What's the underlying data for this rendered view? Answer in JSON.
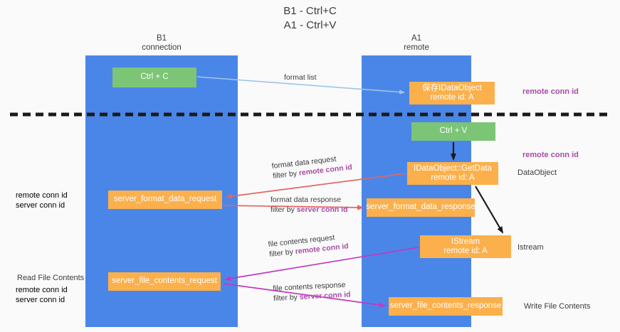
{
  "title": {
    "line1": "B1 - Ctrl+C",
    "line2": "A1 - Ctrl+V"
  },
  "columns": [
    {
      "id": "b1",
      "name": "B1",
      "role": "connection"
    },
    {
      "id": "a1",
      "name": "A1",
      "role": "remote"
    }
  ],
  "nodes": {
    "ctrl_c": {
      "label": "Ctrl + C",
      "sub": "",
      "color": "#7cc576"
    },
    "save_dataobj": {
      "label": "保存IDataObject",
      "sub": "remote id: A",
      "color": "#fbb04c"
    },
    "ctrl_v": {
      "label": "Ctrl + V",
      "sub": "",
      "color": "#7cc576"
    },
    "getdata": {
      "label": "IDataObject::GetData",
      "sub": "remote id: A",
      "color": "#fbb04c"
    },
    "sfd_request": {
      "label": "server_format_data_request",
      "sub": "",
      "color": "#fbb04c"
    },
    "sfd_response": {
      "label": "server_format_data_response",
      "sub": "",
      "color": "#fbb04c"
    },
    "istream": {
      "label": "IStream",
      "sub": "remote id: A",
      "color": "#fbb04c"
    },
    "sfc_request": {
      "label": "server_file_contents_request",
      "sub": "",
      "color": "#fbb04c"
    },
    "sfc_response": {
      "label": "server_file_contents_response",
      "sub": "",
      "color": "#fbb04c"
    }
  },
  "edge_labels": {
    "format_list": {
      "text": "format list"
    },
    "format_data_request": {
      "line1": "format data request",
      "line2_prefix": "filter by ",
      "line2_highlight": "remote conn id"
    },
    "format_data_response": {
      "line1": "format data response",
      "line2_prefix": "filter by ",
      "line2_highlight": "server conn id"
    },
    "file_contents_request": {
      "line1": "file contents request",
      "line2_prefix": "filter by ",
      "line2_highlight": "remote conn id"
    },
    "file_contents_response": {
      "line1": "file contents response",
      "line2_prefix": "filter by ",
      "line2_highlight": "server conn id"
    }
  },
  "annotations": {
    "remote_conn_id_top": "remote conn id",
    "remote_conn_id_mid": "remote conn id",
    "dataobject": "DataObject",
    "istream": "Istream",
    "write_file_contents": "Write File Contents",
    "read_file_contents": "Read File Contents",
    "left_remote_conn_id_1": "remote conn id",
    "left_server_conn_id_1": "server conn id",
    "left_remote_conn_id_2": "remote conn id",
    "left_server_conn_id_2": "server conn id"
  },
  "colors": {
    "lane": "#4a86e8",
    "green_node": "#7cc576",
    "orange_node": "#fbb04c",
    "purple_text": "#a64ca6",
    "green_text": "#6aa84f",
    "arrow_blue": "#9fc5e8",
    "arrow_red": "#e06666",
    "arrow_magenta": "#c239c2",
    "arrow_black": "#1a1a1a",
    "divider": "#1a1a1a",
    "background": "#fafafa"
  }
}
